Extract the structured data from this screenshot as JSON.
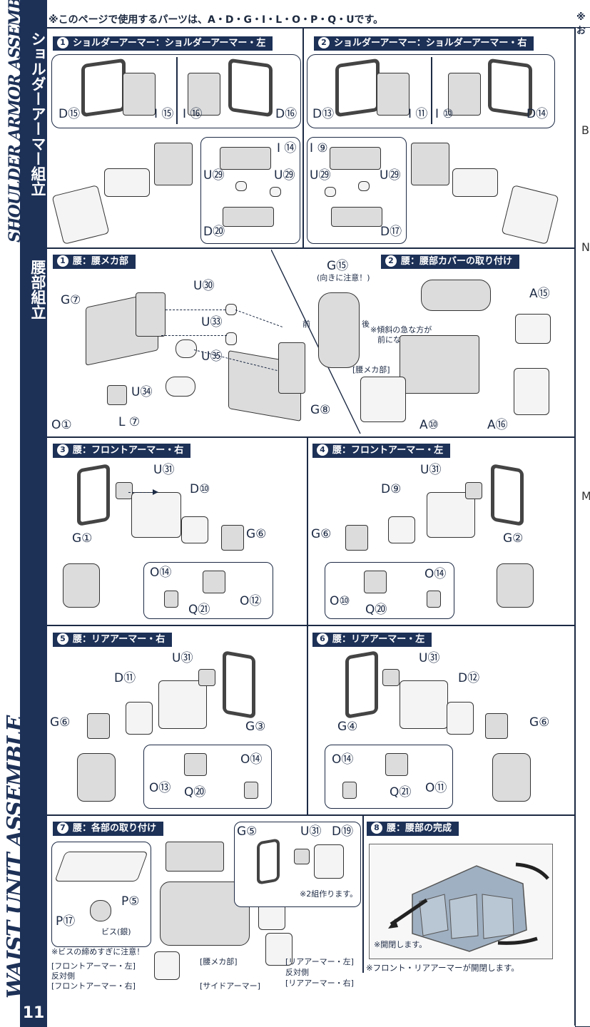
{
  "page": {
    "top_note": "※このページで使用するパーツは、A・D・G・I・L・O・P・Q・Uです。",
    "page_number": "11",
    "right_cut_note": "※お",
    "right_cut_letters": [
      "B",
      "N",
      "M"
    ]
  },
  "sidebar": {
    "section1_jp": "ショルダーアーマー組立",
    "section1_en": "SHOULDER ARMOR ASSEMBLE",
    "section2_jp": "腰部組立",
    "section2_en": "WAIST UNIT ASSEMBLE"
  },
  "shoulder": {
    "step1": {
      "num": "1",
      "title": "ショルダーアーマー：ショルダーアーマー・左",
      "labels": [
        "D⑮",
        "I ⑮",
        "I ⑯",
        "D⑯",
        "I ⑭",
        "U㉙",
        "U㉙",
        "D⑳"
      ]
    },
    "step2": {
      "num": "2",
      "title": "ショルダーアーマー：ショルダーアーマー・右",
      "labels": [
        "D⑬",
        "I ⑪",
        "I ⑩",
        "D⑭",
        "I ⑨",
        "U㉙",
        "U㉙",
        "D⑰"
      ]
    }
  },
  "waist": {
    "step1": {
      "num": "1",
      "title": "腰：腰メカ部",
      "labels": [
        "G⑦",
        "U㉚",
        "U㉝",
        "U㉟",
        "U㉞",
        "L ⑦",
        "O①",
        "G⑧"
      ]
    },
    "step2": {
      "num": "2",
      "title": "腰：腰部カバーの取り付け",
      "labels": [
        "G⑮",
        "A⑮",
        "A⑩",
        "A⑯"
      ],
      "notes": [
        "(向きに注意！)",
        "前",
        "後",
        "※傾斜の急な方が",
        "前になります。",
        "[腰メカ部]"
      ]
    },
    "step3": {
      "num": "3",
      "title": "腰：フロントアーマー・右",
      "labels": [
        "U㉛",
        "D⑩",
        "G①",
        "G⑥",
        "O⑭",
        "O⑫",
        "Q㉑"
      ]
    },
    "step4": {
      "num": "4",
      "title": "腰：フロントアーマー・左",
      "labels": [
        "U㉛",
        "D⑨",
        "G⑥",
        "G②",
        "O⑭",
        "O⑩",
        "Q⑳"
      ]
    },
    "step5": {
      "num": "5",
      "title": "腰：リアアーマー・右",
      "labels": [
        "U㉛",
        "D⑪",
        "G⑥",
        "G③",
        "O⑭",
        "O⑬",
        "Q⑳"
      ]
    },
    "step6": {
      "num": "6",
      "title": "腰：リアアーマー・左",
      "labels": [
        "U㉛",
        "D⑫",
        "G④",
        "G⑥",
        "O⑭",
        "O⑪",
        "Q㉑"
      ]
    },
    "step7": {
      "num": "7",
      "title": "腰：各部の取り付け",
      "labels": [
        "G⑤",
        "U㉛",
        "D⑲",
        "P⑤",
        "P⑰"
      ],
      "notes": [
        "※2組作ります。",
        "ビス(銀)",
        "※ビスの締めすぎに注意！",
        "[フロントアーマー・左]",
        "反対側",
        "[フロントアーマー・右]",
        "[腰メカ部]",
        "[サイドアーマー]",
        "[リアアーマー・左]",
        "反対側",
        "[リアアーマー・右]"
      ]
    },
    "step8": {
      "num": "8",
      "title": "腰：腰部の完成",
      "notes": [
        "※開閉します。",
        "※フロント・リアアーマーが開閉します。"
      ]
    }
  }
}
